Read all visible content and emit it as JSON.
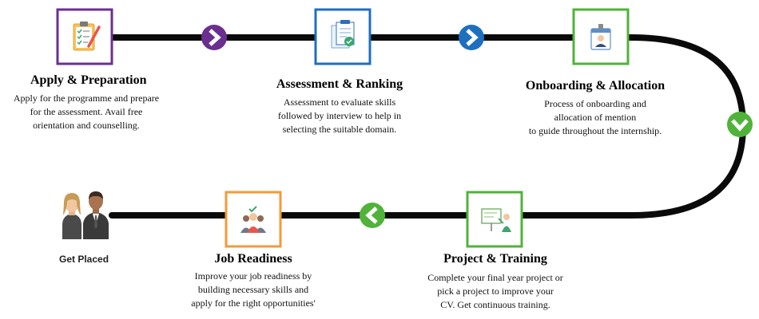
{
  "steps": [
    {
      "title": "Apply & Preparation",
      "desc": [
        "Apply for the programme and prepare",
        "for the assessment. Avail free",
        "orientation and counselling."
      ]
    },
    {
      "title": "Assessment & Ranking",
      "desc": [
        "Assessment to evaluate skills",
        "followed by interview to help in",
        "selecting the suitable domain."
      ]
    },
    {
      "title": "Onboarding & Allocation",
      "desc": [
        "Process of onboarding and",
        "allocation of mention",
        "to guide throughout the internship."
      ]
    },
    {
      "title": "Project & Training",
      "desc": [
        "Complete your final year project or",
        "pick a project to improve your",
        "CV. Get continuous training."
      ]
    },
    {
      "title": "Job Readiness",
      "desc": [
        "Improve your job readiness by",
        "building necessary skills and",
        "apply for the right opportunities'"
      ]
    }
  ],
  "final": {
    "label": "Get Placed"
  },
  "colors": {
    "purple": "#6b2f8f",
    "blue": "#1f6fbf",
    "green": "#4fb33a",
    "orange": "#f39a3a",
    "track": "#0a0a0a"
  },
  "icons": [
    "checklist-clipboard-icon",
    "document-approval-icon",
    "id-badge-icon",
    "presentation-board-icon",
    "team-group-icon",
    "professionals-icon",
    "chevron-right-icon",
    "chevron-down-icon",
    "chevron-left-icon"
  ]
}
